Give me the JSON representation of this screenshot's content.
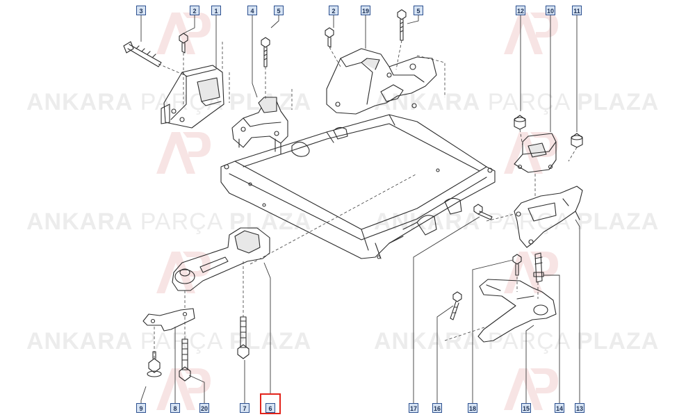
{
  "watermark": {
    "brand_strong_1": "ANKARA",
    "brand_light": "PARÇA",
    "brand_strong_2": "PLAZA",
    "logo_text": "AP",
    "color": "#ececec",
    "logo_color": "#f6dede"
  },
  "callouts": {
    "c3": "3",
    "c2a": "2",
    "c1": "1",
    "c4": "4",
    "c5a": "5",
    "c2b": "2",
    "c19": "19",
    "c5b": "5",
    "c12": "12",
    "c10": "10",
    "c11": "11",
    "c9": "9",
    "c8": "8",
    "c20": "20",
    "c7": "7",
    "c6": "6",
    "c17": "17",
    "c16": "16",
    "c18": "18",
    "c15": "15",
    "c14": "14",
    "c13": "13"
  },
  "highlighted_callout": "6",
  "colors": {
    "line": "#2a2a2a",
    "dashed": "#3a3a3a",
    "callout_fill": "#d6e3f3",
    "callout_border": "#2b4f8f",
    "highlight": "#e2231a"
  }
}
